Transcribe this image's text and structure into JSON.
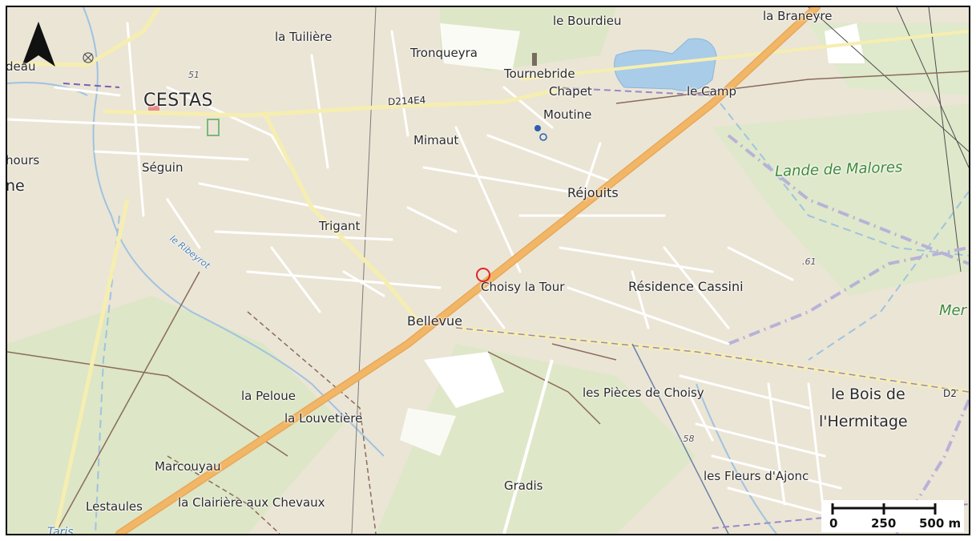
{
  "map": {
    "labels": {
      "cestas": "CESTAS",
      "la_tuiliere": "la Tuilière",
      "tronqueyra": "Tronqueyra",
      "le_bourdieu": "le Bourdieu",
      "la_braneyre": "la Braneyre",
      "tournebride": "Tournebride",
      "chapet": "Chapet",
      "le_camp": "le Camp",
      "moutine": "Moutine",
      "mimaut": "Mimaut",
      "d214e4": "D214E4",
      "seguin": "Séguin",
      "hours": "hours",
      "ne": "ne",
      "deau": "deau",
      "lande_de_malores": "Lande de Malores",
      "rejouits": "Réjouits",
      "trigant": "Trigant",
      "le_ribeyrot": "le Ribeyrot",
      "choisy_la_tour": "Choisy la Tour",
      "residence_cassini": "Résidence Cassini",
      "mer": "Mer",
      "bellevue": "Bellevue",
      "les_pieces_de_choisy": "les Pièces de Choisy",
      "le_bois_de": "le Bois de",
      "lhermitage": "l'Hermitage",
      "d2": "D2",
      "la_peloue": "la Peloue",
      "la_louvetiere": "la Louvetière",
      "marcouyau": "Marcouyau",
      "lestaules": "Lestaules",
      "la_clairiere": "la Clairière aux Chevaux",
      "gradis": "Gradis",
      "les_fleurs": "les Fleurs d'Ajonc",
      "taris": "Taris",
      "elev_61": ".61",
      "elev_51": "51",
      "elev_58": ".58"
    },
    "colors": {
      "background": "#ebe5d6",
      "urban": "#e3ddcf",
      "forest": "#d9e6c4",
      "water": "#a9cce8",
      "motorway": "#f2b766",
      "road": "#ffffff",
      "secondary_road": "#f6eeb0",
      "marker": "#e0262a"
    },
    "north_arrow_icon": "north-arrow-icon",
    "scale_bar": {
      "labels": [
        "0",
        "250",
        "500 m"
      ]
    }
  }
}
